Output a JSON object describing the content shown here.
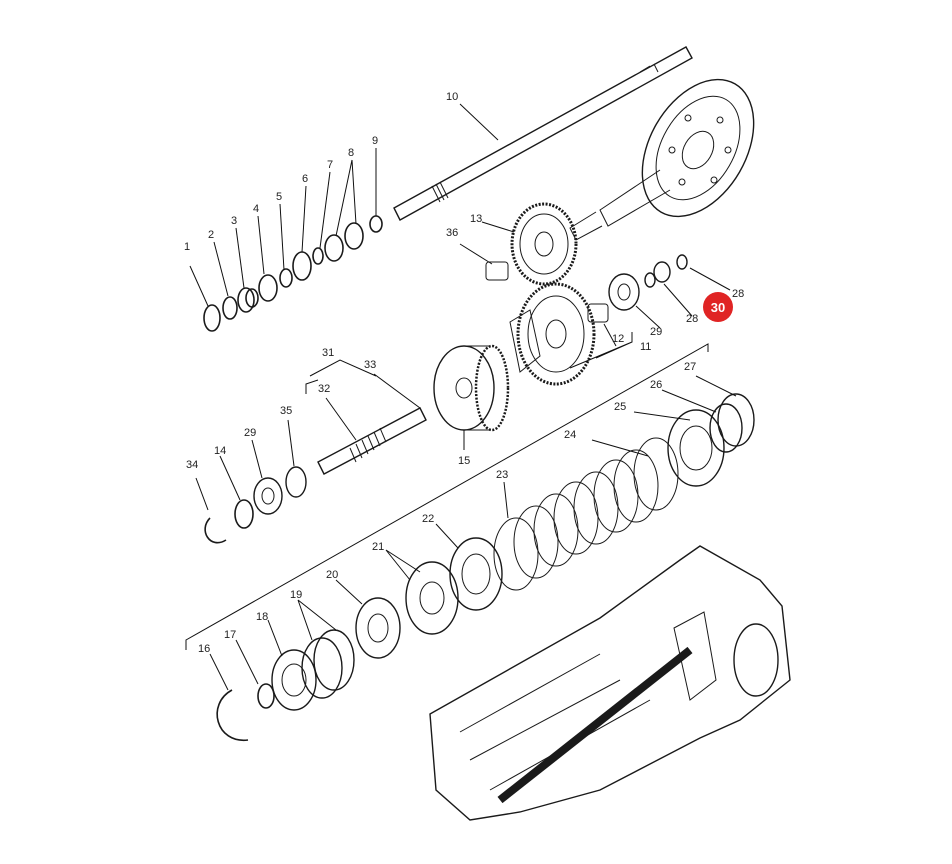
{
  "callouts": [
    {
      "id": "c1",
      "text": "1"
    },
    {
      "id": "c2",
      "text": "2"
    },
    {
      "id": "c3",
      "text": "3"
    },
    {
      "id": "c4",
      "text": "4"
    },
    {
      "id": "c5",
      "text": "5"
    },
    {
      "id": "c6",
      "text": "6"
    },
    {
      "id": "c7",
      "text": "7"
    },
    {
      "id": "c8",
      "text": "8"
    },
    {
      "id": "c9",
      "text": "9"
    },
    {
      "id": "c10",
      "text": "10"
    },
    {
      "id": "c11",
      "text": "11"
    },
    {
      "id": "c12",
      "text": "12"
    },
    {
      "id": "c13",
      "text": "13"
    },
    {
      "id": "c14",
      "text": "14"
    },
    {
      "id": "c15",
      "text": "15"
    },
    {
      "id": "c16",
      "text": "16"
    },
    {
      "id": "c17",
      "text": "17"
    },
    {
      "id": "c18",
      "text": "18"
    },
    {
      "id": "c19",
      "text": "19"
    },
    {
      "id": "c20",
      "text": "20"
    },
    {
      "id": "c21",
      "text": "21"
    },
    {
      "id": "c22",
      "text": "22"
    },
    {
      "id": "c23",
      "text": "23"
    },
    {
      "id": "c24",
      "text": "24"
    },
    {
      "id": "c25",
      "text": "25"
    },
    {
      "id": "c26",
      "text": "26"
    },
    {
      "id": "c27",
      "text": "27"
    },
    {
      "id": "c28a",
      "text": "28"
    },
    {
      "id": "c28b",
      "text": "28"
    },
    {
      "id": "c29a",
      "text": "29"
    },
    {
      "id": "c29b",
      "text": "29"
    },
    {
      "id": "c31",
      "text": "31"
    },
    {
      "id": "c32",
      "text": "32"
    },
    {
      "id": "c33",
      "text": "33"
    },
    {
      "id": "c34",
      "text": "34"
    },
    {
      "id": "c35",
      "text": "35"
    },
    {
      "id": "c36",
      "text": "36"
    }
  ],
  "highlight": {
    "text": "30",
    "color": "#e02424"
  },
  "colors": {
    "line": "#111111",
    "background": "#ffffff"
  }
}
